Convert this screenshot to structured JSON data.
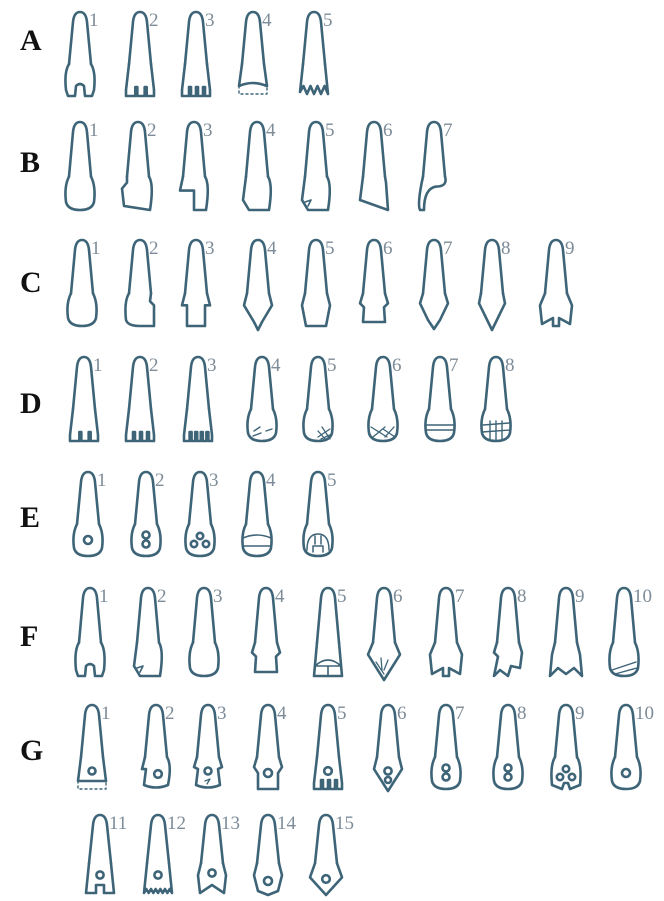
{
  "colors": {
    "tooth_stroke": "#3e6478",
    "number": "#7d8c98",
    "row_label": "#111111"
  },
  "rows": [
    {
      "label": "A",
      "teeth": [
        {
          "n": "1",
          "type": "notch-mid"
        },
        {
          "n": "2",
          "type": "multi-notch-3"
        },
        {
          "n": "3",
          "type": "multi-notch-4"
        },
        {
          "n": "4",
          "type": "filed-dashed"
        },
        {
          "n": "5",
          "type": "saw-4"
        }
      ]
    },
    {
      "label": "B",
      "teeth": [
        {
          "n": "1",
          "type": "plain-wide"
        },
        {
          "n": "2",
          "type": "left-step"
        },
        {
          "n": "3",
          "type": "left-deep-step"
        },
        {
          "n": "4",
          "type": "left-corner"
        },
        {
          "n": "5",
          "type": "left-corner-mark"
        },
        {
          "n": "6",
          "type": "slant-cut"
        },
        {
          "n": "7",
          "type": "hook-cut"
        }
      ]
    },
    {
      "label": "C",
      "teeth": [
        {
          "n": "1",
          "type": "plain-round"
        },
        {
          "n": "2",
          "type": "step-right"
        },
        {
          "n": "3",
          "type": "both-step"
        },
        {
          "n": "4",
          "type": "both-corner-v"
        },
        {
          "n": "5",
          "type": "both-corner-flat"
        },
        {
          "n": "6",
          "type": "side-nicks"
        },
        {
          "n": "7",
          "type": "double-v"
        },
        {
          "n": "8",
          "type": "pointed"
        },
        {
          "n": "9",
          "type": "fork"
        }
      ]
    },
    {
      "label": "D",
      "teeth": [
        {
          "n": "1",
          "type": "comb-3"
        },
        {
          "n": "2",
          "type": "comb-4"
        },
        {
          "n": "3",
          "type": "comb-5"
        },
        {
          "n": "4",
          "type": "round-scratch"
        },
        {
          "n": "5",
          "type": "round-grid-small"
        },
        {
          "n": "6",
          "type": "round-cross"
        },
        {
          "n": "7",
          "type": "round-bands"
        },
        {
          "n": "8",
          "type": "round-grid"
        }
      ]
    },
    {
      "label": "E",
      "teeth": [
        {
          "n": "1",
          "type": "inlay-1"
        },
        {
          "n": "2",
          "type": "inlay-2"
        },
        {
          "n": "3",
          "type": "inlay-3"
        },
        {
          "n": "4",
          "type": "inlay-band"
        },
        {
          "n": "5",
          "type": "inlay-arch"
        }
      ]
    },
    {
      "label": "F",
      "teeth": [
        {
          "n": "1",
          "type": "notch-mid"
        },
        {
          "n": "2",
          "type": "left-corner-mark"
        },
        {
          "n": "3",
          "type": "plain-round"
        },
        {
          "n": "4",
          "type": "side-nicks"
        },
        {
          "n": "5",
          "type": "arch-band"
        },
        {
          "n": "6",
          "type": "star-point"
        },
        {
          "n": "7",
          "type": "fork"
        },
        {
          "n": "8",
          "type": "notch-right-saw"
        },
        {
          "n": "9",
          "type": "crown"
        },
        {
          "n": "10",
          "type": "round-slash"
        }
      ]
    },
    {
      "label": "G",
      "teeth": [
        {
          "n": "1",
          "type": "inlay-dashed"
        },
        {
          "n": "2",
          "type": "inlay-left-step"
        },
        {
          "n": "3",
          "type": "inlay-both-step"
        },
        {
          "n": "4",
          "type": "inlay-nicks"
        },
        {
          "n": "5",
          "type": "inlay-comb"
        },
        {
          "n": "6",
          "type": "inlay-v"
        },
        {
          "n": "7",
          "type": "inlay-2"
        },
        {
          "n": "8",
          "type": "inlay-2"
        },
        {
          "n": "9",
          "type": "inlay-3-notch"
        },
        {
          "n": "10",
          "type": "inlay-1"
        },
        {
          "n": "11",
          "type": "inlay-fork"
        },
        {
          "n": "12",
          "type": "inlay-saw"
        },
        {
          "n": "13",
          "type": "inlay-fork-v"
        },
        {
          "n": "14",
          "type": "inlay-v2"
        },
        {
          "n": "15",
          "type": "inlay-point"
        }
      ]
    }
  ]
}
